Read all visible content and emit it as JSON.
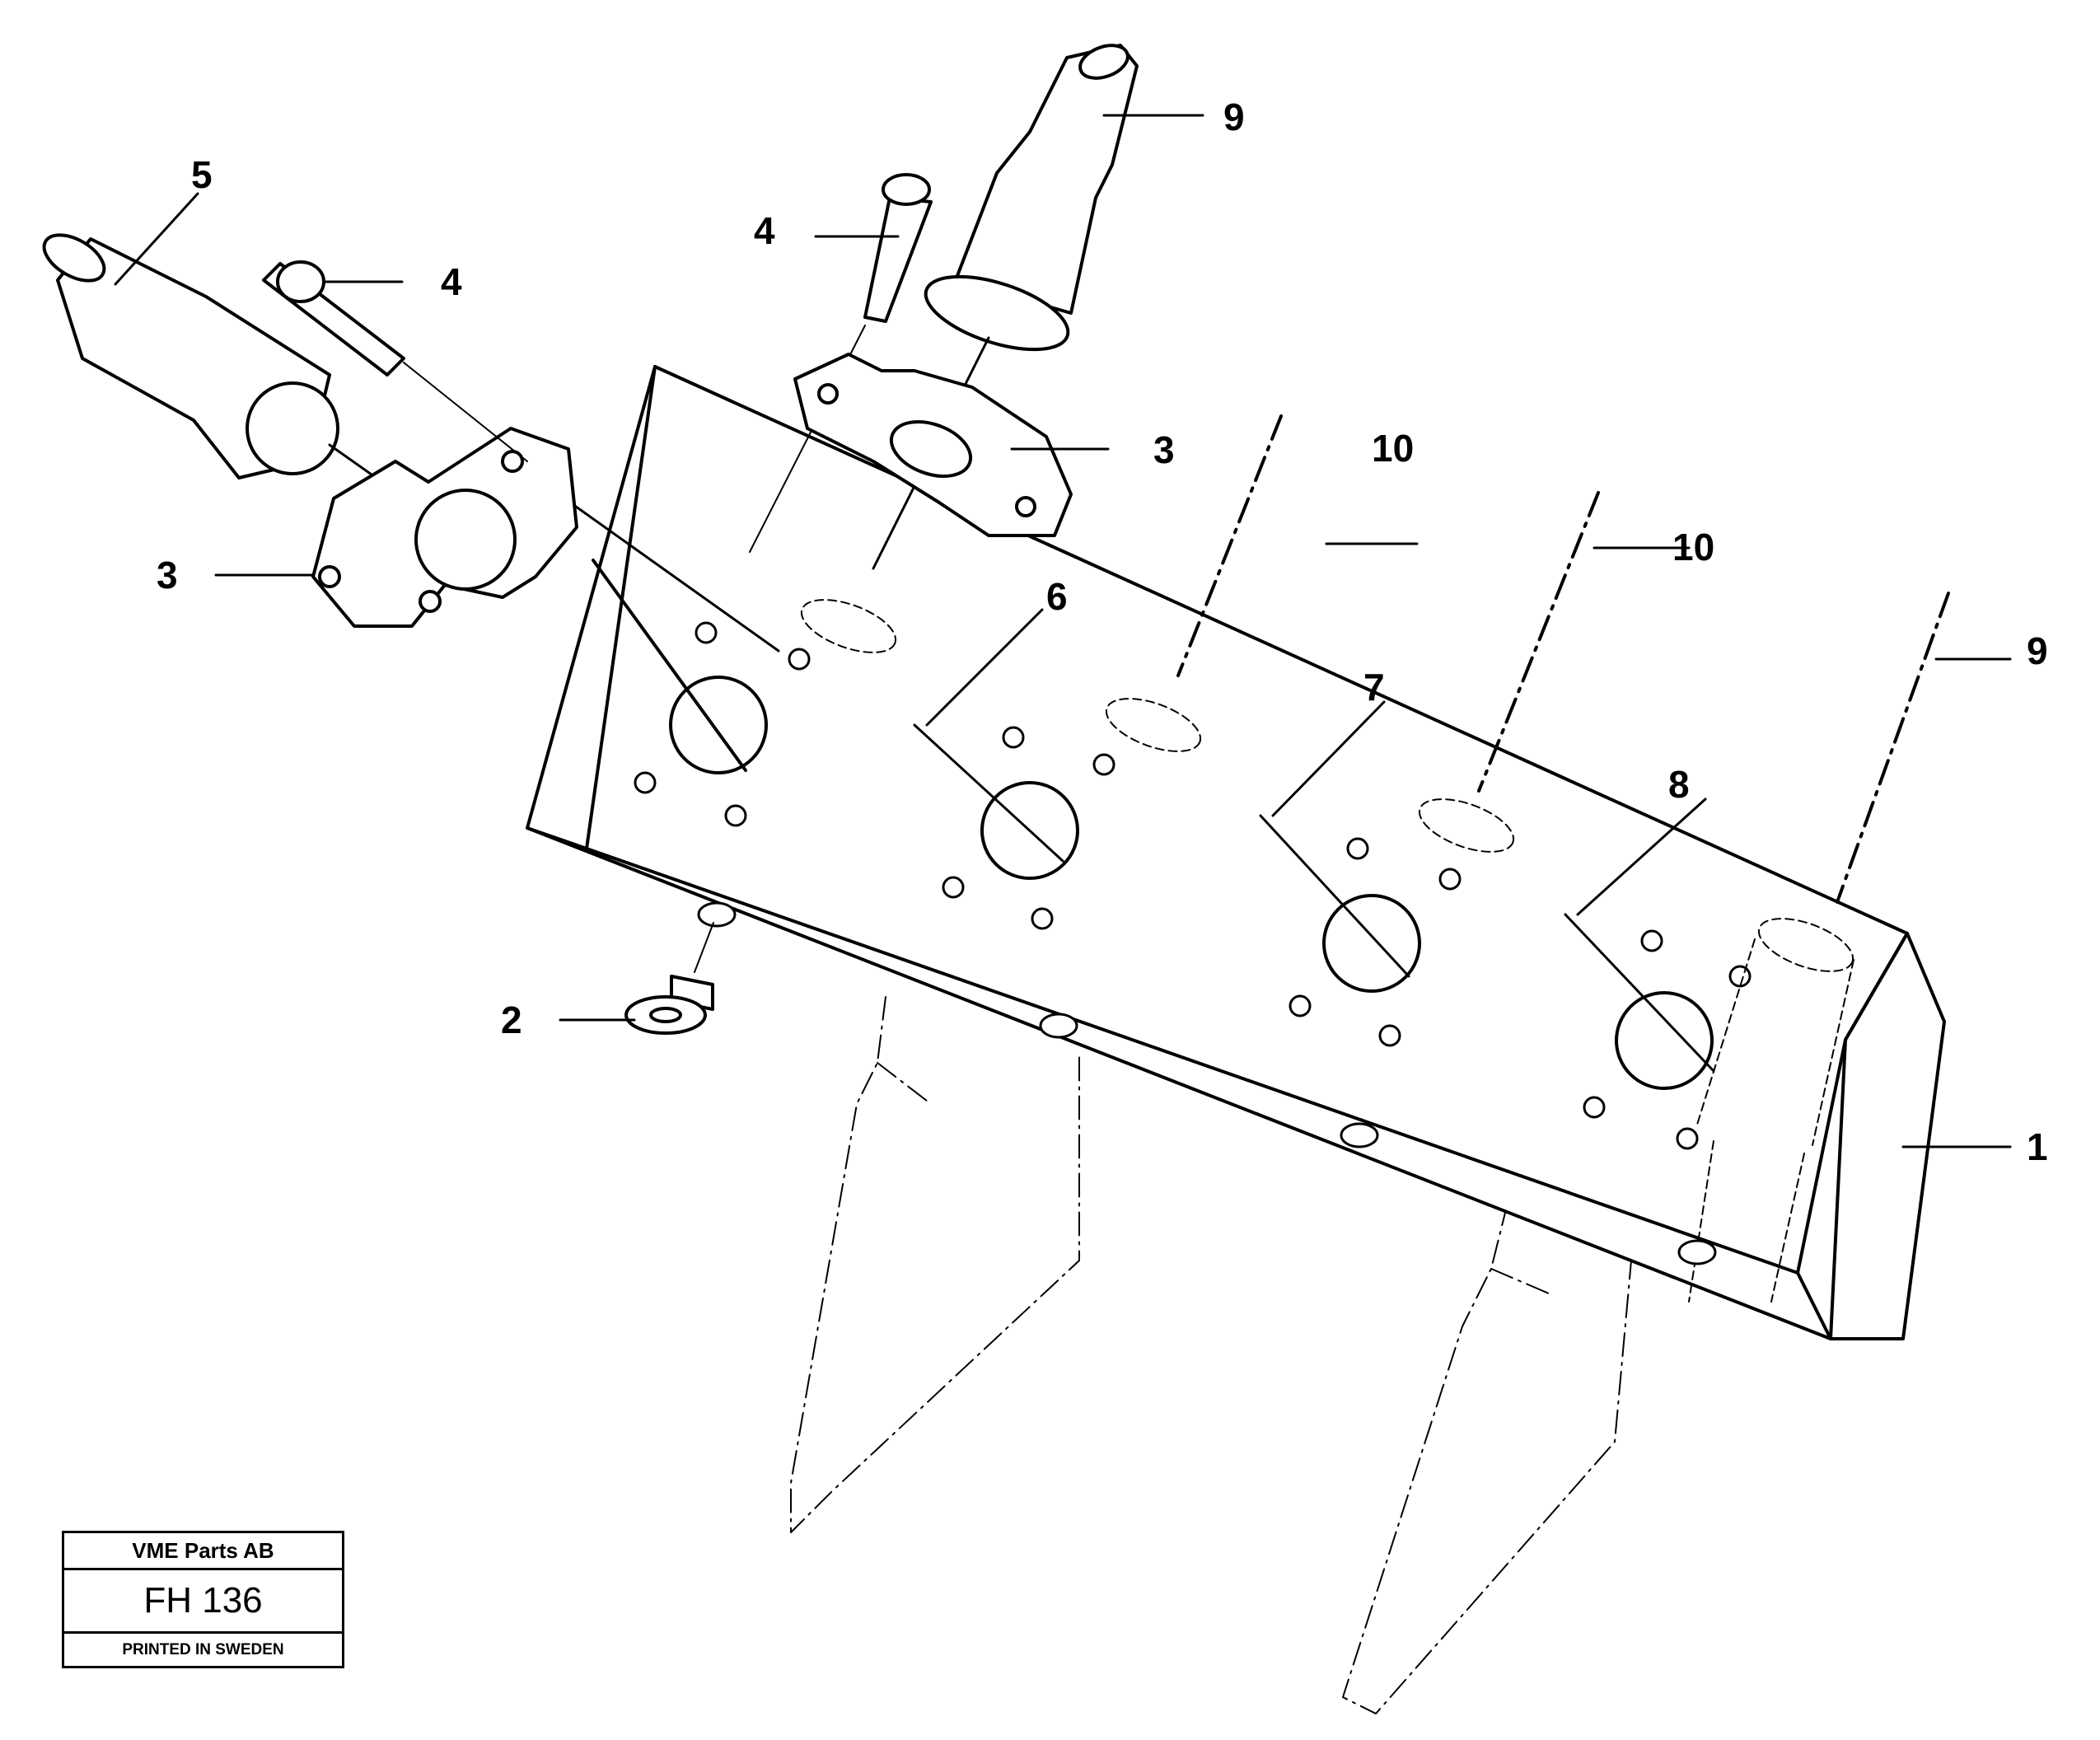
{
  "diagram": {
    "callouts": [
      {
        "id": "callout-1",
        "text": "1"
      },
      {
        "id": "callout-2",
        "text": "2"
      },
      {
        "id": "callout-3-left",
        "text": "3"
      },
      {
        "id": "callout-3-right",
        "text": "3"
      },
      {
        "id": "callout-4-left",
        "text": "4"
      },
      {
        "id": "callout-4-right",
        "text": "4"
      },
      {
        "id": "callout-5",
        "text": "5"
      },
      {
        "id": "callout-6",
        "text": "6"
      },
      {
        "id": "callout-7",
        "text": "7"
      },
      {
        "id": "callout-8",
        "text": "8"
      },
      {
        "id": "callout-9-top",
        "text": "9"
      },
      {
        "id": "callout-9-right",
        "text": "9"
      },
      {
        "id": "callout-10-top",
        "text": "10"
      },
      {
        "id": "callout-10-mid",
        "text": "10"
      }
    ]
  },
  "stamp": {
    "company": "VME Parts AB",
    "code": "FH 136",
    "printed": "PRINTED IN SWEDEN"
  }
}
